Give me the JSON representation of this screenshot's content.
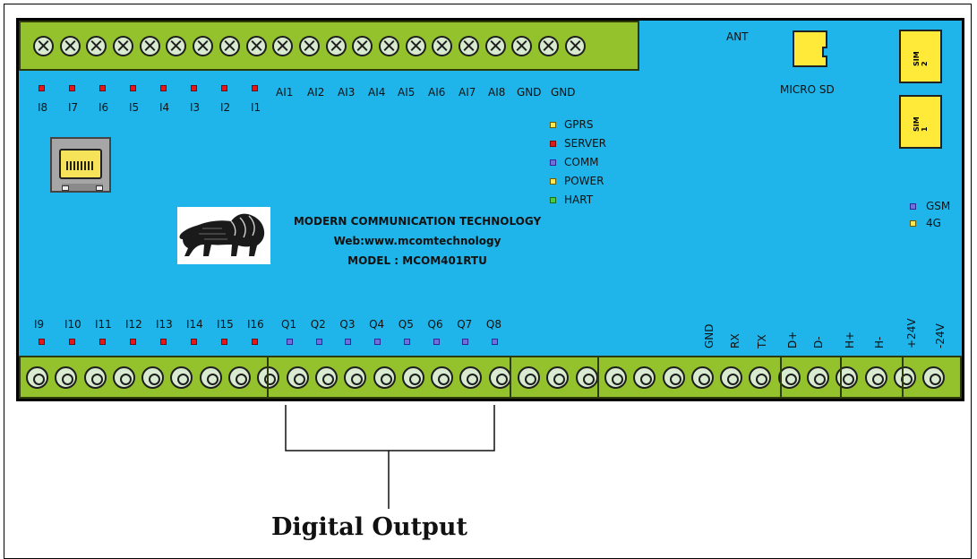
{
  "board": {
    "top_input_labels": [
      "I8",
      "I7",
      "I6",
      "I5",
      "I4",
      "I3",
      "I2",
      "I1"
    ],
    "analog_labels": [
      "AI1",
      "AI2",
      "AI3",
      "AI4",
      "AI5",
      "AI6",
      "AI7",
      "AI8",
      "GND",
      "GND"
    ],
    "ant_label": "ANT",
    "micro_sd_label": "MICRO SD",
    "sim2_label": "SIM 2",
    "sim1_label": "SIM 1",
    "status_leds": [
      {
        "label": "GPRS",
        "color": "yellow"
      },
      {
        "label": "SERVER",
        "color": "red"
      },
      {
        "label": "COMM",
        "color": "blue"
      },
      {
        "label": "POWER",
        "color": "yellow"
      },
      {
        "label": "HART",
        "color": "green"
      }
    ],
    "network_leds": [
      {
        "label": "GSM",
        "color": "blue"
      },
      {
        "label": "4G",
        "color": "yellow"
      }
    ],
    "company": {
      "line1": "MODERN COMMUNICATION TECHNOLOGY",
      "line2": "Web:www.mcomtechnology",
      "line3": "MODEL : MCOM401RTU"
    },
    "bottom_input_labels": [
      "I9",
      "I10",
      "I11",
      "I12",
      "I13",
      "I14",
      "I15",
      "I16"
    ],
    "output_labels": [
      "Q1",
      "Q2",
      "Q3",
      "Q4",
      "Q5",
      "Q6",
      "Q7",
      "Q8"
    ],
    "comm_labels": [
      "GND",
      "RX",
      "TX",
      "D+",
      "D-",
      "H+",
      "H-",
      "+24V",
      "-24V"
    ],
    "colors": {
      "board": "#1fb5ea",
      "terminal": "#94c22c",
      "led_red": "#e01a1a",
      "led_blue": "#7070e0",
      "led_yellow": "#ffe94a",
      "led_green": "#40d040"
    }
  },
  "annotation": {
    "label": "Digital Output"
  }
}
